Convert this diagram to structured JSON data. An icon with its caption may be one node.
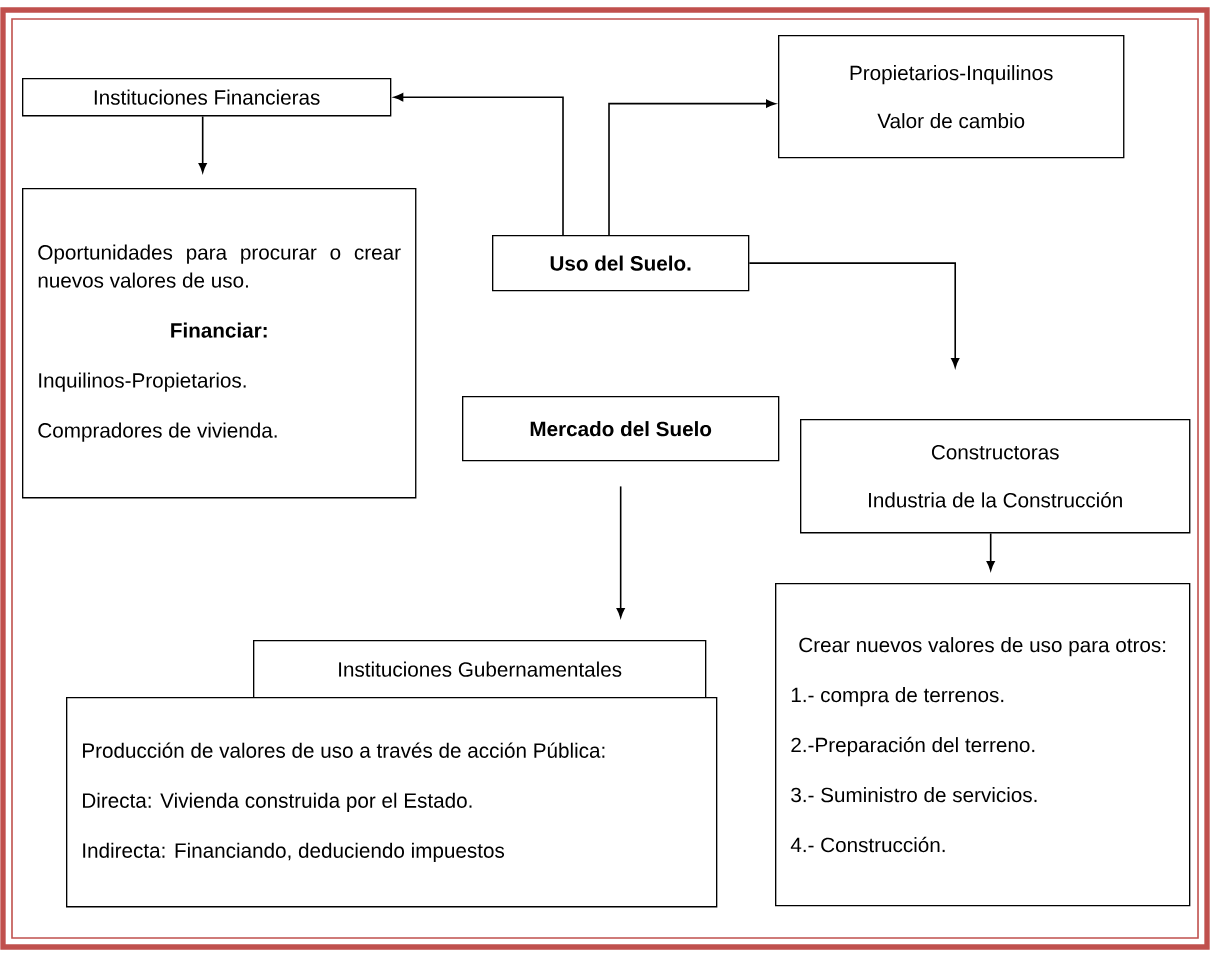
{
  "diagram": {
    "nodes": [
      {
        "text": [
          "Instituciones Financieras"
        ]
      },
      {
        "text": [
          "Propietarios-Inquilinos",
          "Valor de cambio"
        ]
      },
      {
        "text": [
          "Oportunidades para procurar o crear nuevos valores de uso.",
          "Financiar:",
          "Inquilinos-Propietarios.",
          "Compradores de vivienda."
        ]
      },
      {
        "text": [
          "Uso del Suelo."
        ]
      },
      {
        "text": [
          "Mercado del Suelo"
        ]
      },
      {
        "text": [
          "Constructoras",
          "Industria de la Construcción"
        ]
      },
      {
        "text": [
          "Instituciones Gubernamentales"
        ]
      },
      {
        "text": [
          "Producción de valores de uso a través de acción Pública:",
          "Directa: Vivienda construida por el Estado.",
          "Indirecta: Financiando, deduciendo impuestos"
        ]
      },
      {
        "text": [
          "Crear nuevos valores de uso para otros:",
          "1.- compra de terrenos.",
          "2.-Preparación del terreno.",
          "3.- Suministro de servicios.",
          "4.- Construcción."
        ]
      }
    ],
    "edges": [
      {
        "from": 3,
        "to": 0,
        "arrow": "to"
      },
      {
        "from": 3,
        "to": 1,
        "arrow": "to"
      },
      {
        "from": 0,
        "to": 2,
        "arrow": "to"
      },
      {
        "from": 3,
        "to": 5,
        "arrow": "to"
      },
      {
        "from": 4,
        "to": 6,
        "arrow": "to"
      },
      {
        "from": 5,
        "to": 8,
        "arrow": "to"
      }
    ]
  }
}
